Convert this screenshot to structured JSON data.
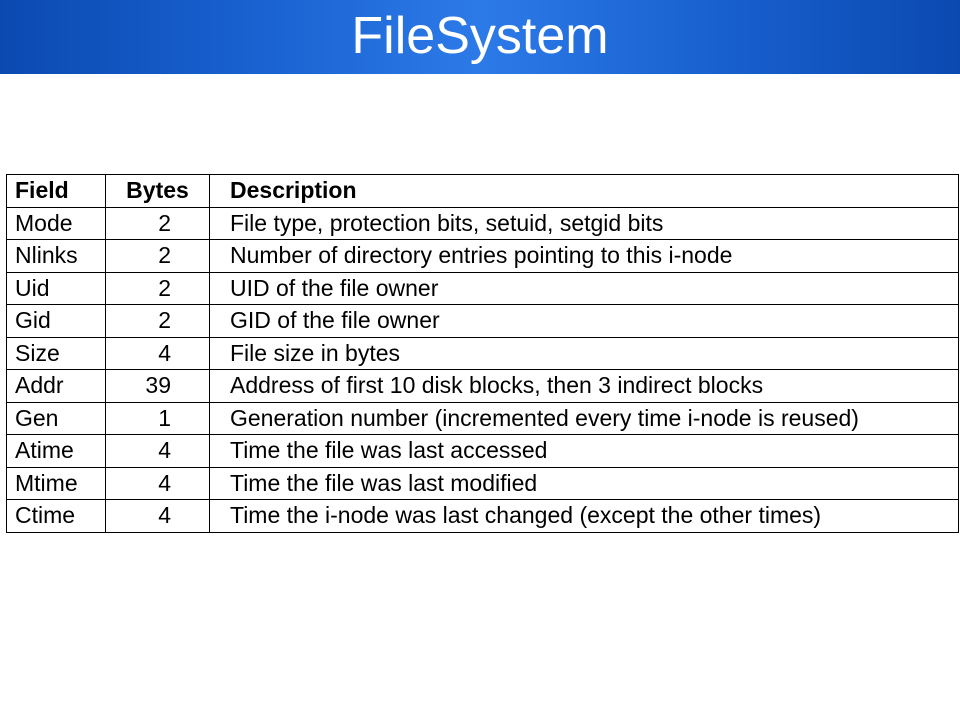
{
  "title": "FileSystem",
  "table": {
    "headers": {
      "field": "Field",
      "bytes": "Bytes",
      "description": "Description"
    },
    "rows": [
      {
        "field": "Mode",
        "bytes": "2",
        "description": "File type, protection bits, setuid, setgid bits"
      },
      {
        "field": "Nlinks",
        "bytes": "2",
        "description": "Number of directory entries pointing to this i-node"
      },
      {
        "field": "Uid",
        "bytes": "2",
        "description": "UID of the file owner"
      },
      {
        "field": "Gid",
        "bytes": "2",
        "description": "GID of the file owner"
      },
      {
        "field": "Size",
        "bytes": "4",
        "description": "File size in bytes"
      },
      {
        "field": "Addr",
        "bytes": "39",
        "description": "Address of first 10 disk blocks, then 3 indirect blocks"
      },
      {
        "field": "Gen",
        "bytes": "1",
        "description": "Generation number (incremented every time i-node is reused)"
      },
      {
        "field": "Atime",
        "bytes": "4",
        "description": "Time the file was last accessed"
      },
      {
        "field": "Mtime",
        "bytes": "4",
        "description": "Time the file was last modified"
      },
      {
        "field": "Ctime",
        "bytes": "4",
        "description": "Time the i-node was last changed (except the other times)"
      }
    ]
  },
  "colors": {
    "title_bar": "#1a63d2",
    "title_text": "#ffffff",
    "table_border": "#000000"
  }
}
